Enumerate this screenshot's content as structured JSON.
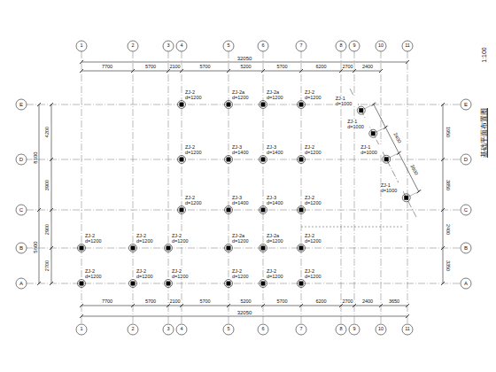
{
  "diagram": {
    "title": "基础平面布置图",
    "caption": "1:100",
    "labels": [
      "7700",
      "5700",
      "2100",
      "5700",
      "5200",
      "5700",
      "6200",
      "2700",
      "2400",
      "32050",
      "7700",
      "5700",
      "2100",
      "5700",
      "5200",
      "5700",
      "6200",
      "2700",
      "2400",
      "3650",
      "32050",
      "4200",
      "3900",
      "2900",
      "2700",
      "8100",
      "5600",
      "1950",
      "3850",
      "2400",
      "3350",
      "2400",
      "3600",
      "1",
      "2",
      "3",
      "4",
      "5",
      "6",
      "7",
      "8",
      "9",
      "10",
      "11",
      "1",
      "2",
      "3",
      "4",
      "5",
      "6",
      "7",
      "8",
      "9",
      "10",
      "11",
      "E",
      "D",
      "C",
      "B",
      "A",
      "E",
      "D",
      "C",
      "B",
      "A",
      "ZJ-2 d=1200",
      "ZJ-2a d=1200",
      "ZJ-2a d=1200",
      "ZJ-2 d=1200",
      "ZJ-1 d=1000",
      "ZJ-1 d=1000",
      "ZJ-2 d=1200",
      "ZJ-3 d=1400",
      "ZJ-3 d=1400",
      "ZJ-2 d=1200",
      "ZJ-1 d=1000",
      "ZJ-1 d=1000",
      "ZJ-2 d=1200",
      "ZJ-3 d=1400",
      "ZJ-3 d=1400",
      "ZJ-2 d=1200",
      "ZJ-2 d=1200",
      "ZJ-2 d=1200",
      "ZJ-2 d=1200",
      "ZJ-2a d=1200",
      "ZJ-2a d=1200",
      "ZJ-2 d=1200",
      "ZJ-2 d=1200",
      "ZJ-2 d=1200",
      "ZJ-2 d=1200",
      "ZJ-2 d=1200",
      "ZJ-2 d=1200",
      "ZJ-2 d=1200"
    ]
  }
}
